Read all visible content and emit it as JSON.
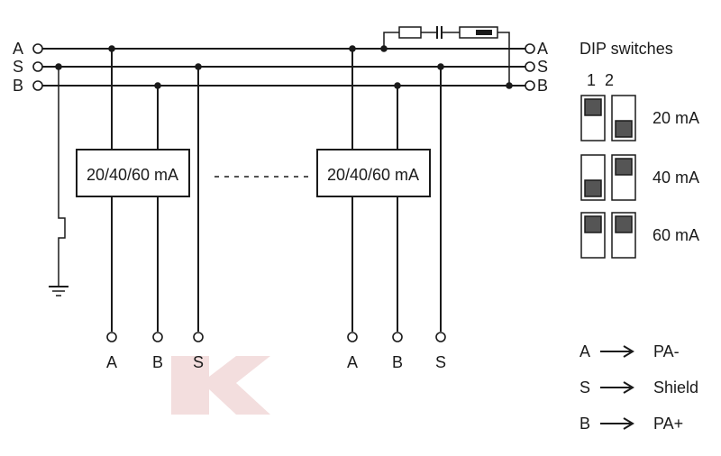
{
  "bus": {
    "left_labels": [
      "A",
      "S",
      "B"
    ],
    "right_labels": [
      "A",
      "S",
      "B"
    ]
  },
  "modules": [
    {
      "label": "20/40/60 mA",
      "terminals": [
        "A",
        "B",
        "S"
      ]
    },
    {
      "label": "20/40/60 mA",
      "terminals": [
        "A",
        "B",
        "S"
      ]
    }
  ],
  "dip": {
    "title": "DIP switches",
    "columns": [
      "1",
      "2"
    ],
    "rows": [
      {
        "label": "20 mA",
        "switch1": "up",
        "switch2": "down"
      },
      {
        "label": "40 mA",
        "switch1": "down",
        "switch2": "up"
      },
      {
        "label": "60 mA",
        "switch1": "up",
        "switch2": "up"
      }
    ]
  },
  "legend": [
    {
      "from": "A",
      "to": "PA-"
    },
    {
      "from": "S",
      "to": "Shield"
    },
    {
      "from": "B",
      "to": "PA+"
    }
  ],
  "watermark": {
    "letter": "K"
  }
}
